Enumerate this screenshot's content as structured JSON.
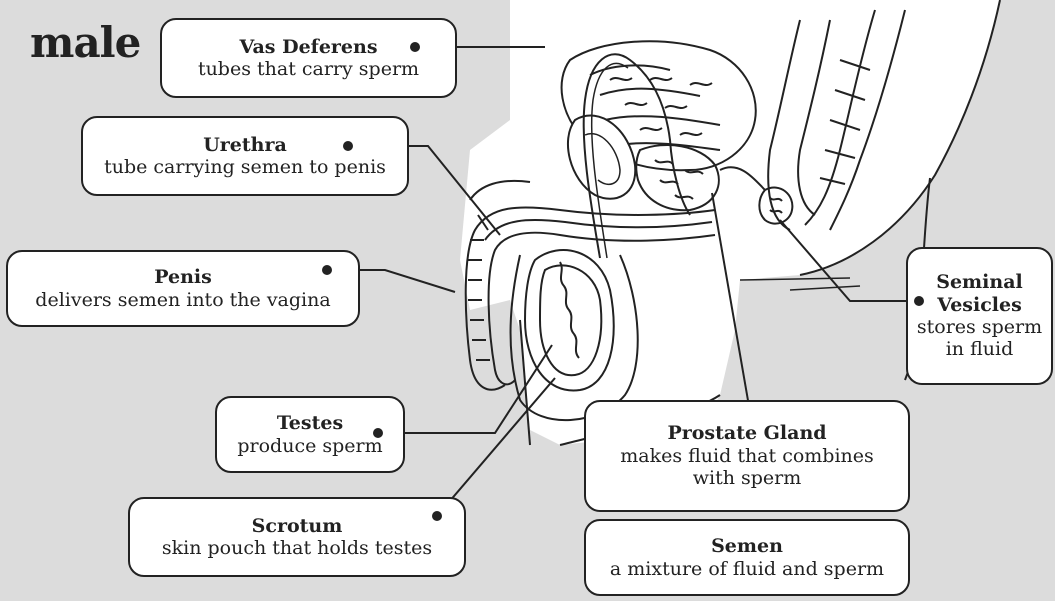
{
  "title": "male",
  "labels": {
    "vas_deferens": {
      "name": "Vas Deferens",
      "desc": "tubes that carry sperm"
    },
    "urethra": {
      "name": "Urethra",
      "desc": "tube carrying semen to penis"
    },
    "penis": {
      "name": "Penis",
      "desc": "delivers semen into the vagina"
    },
    "testes": {
      "name": "Testes",
      "desc": "produce sperm"
    },
    "scrotum": {
      "name": "Scrotum",
      "desc": "skin pouch that holds testes"
    },
    "seminal_vesicles": {
      "name_line1": "Seminal",
      "name_line2": "Vesicles",
      "desc_line1": "stores sperm",
      "desc_line2": "in fluid"
    },
    "prostate_gland": {
      "name": "Prostate Gland",
      "desc_line1": "makes fluid that combines",
      "desc_line2": "with sperm"
    },
    "semen": {
      "name": "Semen",
      "desc": "a mixture of fluid and sperm"
    }
  },
  "colors": {
    "background": "#dcdcdc",
    "line": "#222222",
    "box_fill": "#ffffff"
  }
}
